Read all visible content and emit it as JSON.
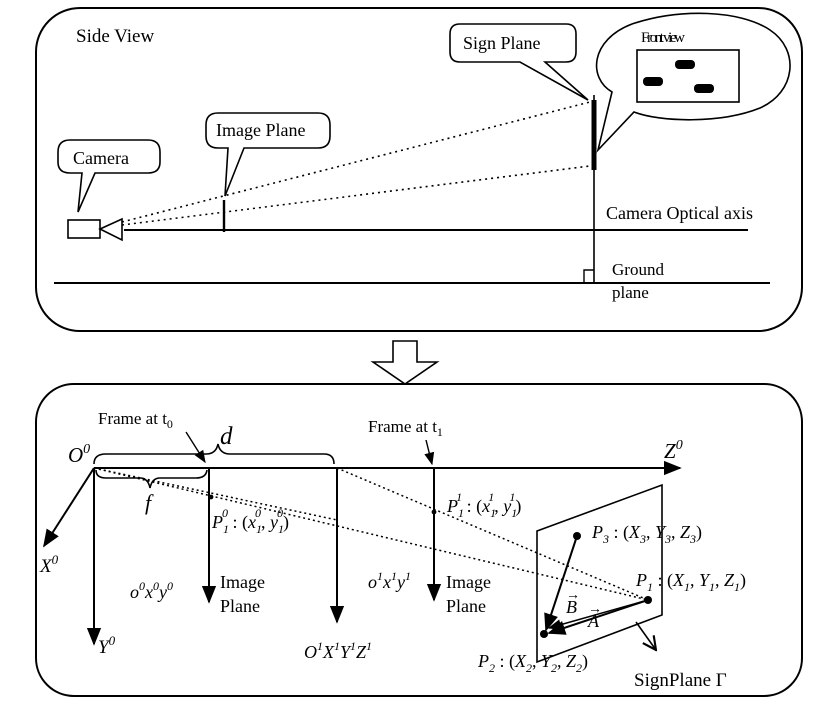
{
  "side_view": {
    "title": "Side View",
    "camera_label": "Camera",
    "image_plane_label": "Image Plane",
    "sign_plane_label": "Sign Plane",
    "front_view_label": "Front view",
    "optical_axis_label": "Camera Optical axis",
    "ground_label_line1": "Ground",
    "ground_label_line2": "plane"
  },
  "model_view": {
    "frame_t0_label": "Frame at t",
    "frame_t0_sub": "0",
    "frame_t1_label": "Frame at t",
    "frame_t1_sub": "1",
    "d_label": "d",
    "f_label": "f",
    "O0": "O",
    "O0_sup": "0",
    "Z0": "Z",
    "Z0_sup": "0",
    "X0": "X",
    "X0_sup": "0",
    "Y0": "Y",
    "Y0_sup": "0",
    "image_plane_word1": "Image",
    "image_plane_word2": "Plane",
    "P1_0_label": "P",
    "P1_1_label": "P",
    "P3_label": "P",
    "P1_label": "P",
    "P2_label": "P",
    "B_label": "B",
    "A_label": "A",
    "signplane_label": "SignPlane Γ"
  }
}
